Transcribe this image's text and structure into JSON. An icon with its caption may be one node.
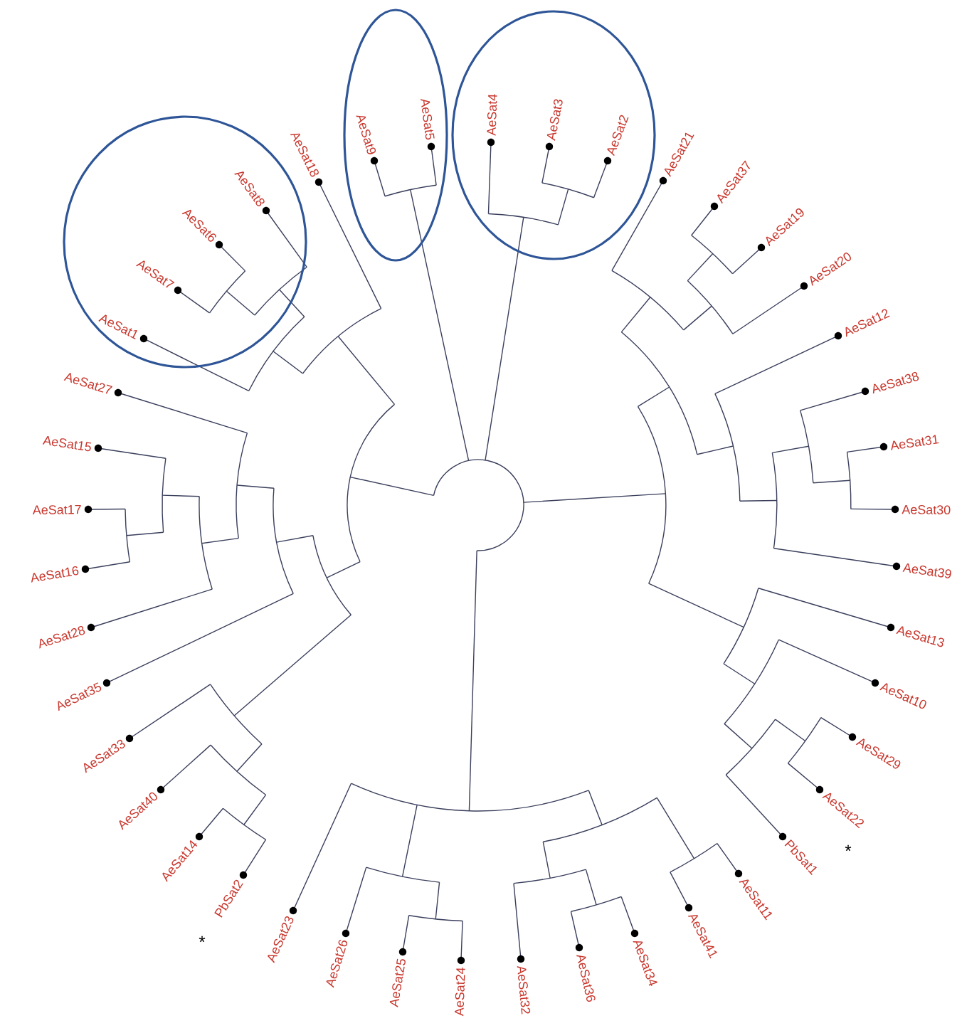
{
  "diagram": {
    "nodes": [
      {
        "text": [
          "AeSat1",
          "AeSat7",
          "AeSat6",
          "AeSat8"
        ]
      },
      {
        "text": [
          "AeSat9",
          "AeSat5"
        ]
      },
      {
        "text": [
          "AeSat4",
          "AeSat3",
          "AeSat2"
        ]
      }
    ],
    "labels": [
      "AeSat18",
      "AeSat21",
      "AeSat37",
      "AeSat19",
      "AeSat20",
      "AeSat12",
      "AeSat38",
      "AeSat31",
      "AeSat30",
      "AeSat39",
      "AeSat13",
      "AeSat10",
      "AeSat29",
      "AeSat22",
      "PbSat1",
      "*",
      "AeSat11",
      "AeSat41",
      "AeSat34",
      "AeSat36",
      "AeSat32",
      "AeSat24",
      "AeSat25",
      "AeSat26",
      "AeSat23",
      "PbSat2",
      "*",
      "AeSat14",
      "AeSat40",
      "AeSat33",
      "AeSat35",
      "AeSat28",
      "AeSat16",
      "AeSat17",
      "AeSat15",
      "AeSat27"
    ]
  }
}
